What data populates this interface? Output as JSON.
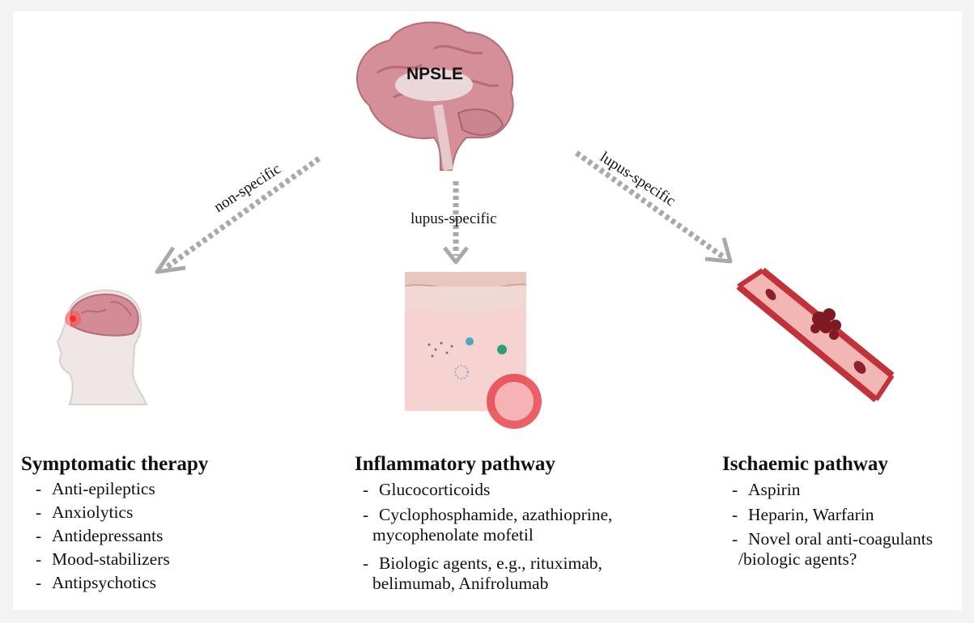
{
  "center": {
    "label": "NPSLE"
  },
  "arrows": {
    "left": "non-specific",
    "middle": "lupus-specific",
    "right": "lupus-specific"
  },
  "columns": [
    {
      "title": "Symptomatic therapy",
      "items": [
        {
          "text": "Anti-epileptics"
        },
        {
          "text": "Anxiolytics"
        },
        {
          "text": "Antidepressants"
        },
        {
          "text": "Mood-stabilizers"
        },
        {
          "text": "Antipsychotics"
        }
      ]
    },
    {
      "title": "Inflammatory pathway",
      "items": [
        {
          "text": "Glucocorticoids"
        },
        {
          "text": "Cyclophosphamide, azathioprine,",
          "cont": "mycophenolate mofetil"
        },
        {
          "text": "Biologic agents, e.g., rituximab,",
          "cont": "belimumab, Anifrolumab"
        }
      ]
    },
    {
      "title": "Ischaemic pathway",
      "items": [
        {
          "text": "Aspirin"
        },
        {
          "text": "Heparin, Warfarin"
        },
        {
          "text": "Novel oral anti-coagulants",
          "cont": "/biologic agents?"
        }
      ]
    }
  ],
  "colors": {
    "arrow": "#a9a9a9",
    "brain": "#d58f98",
    "vessel": "#c2323a",
    "tissue": "#f6d2d0"
  }
}
